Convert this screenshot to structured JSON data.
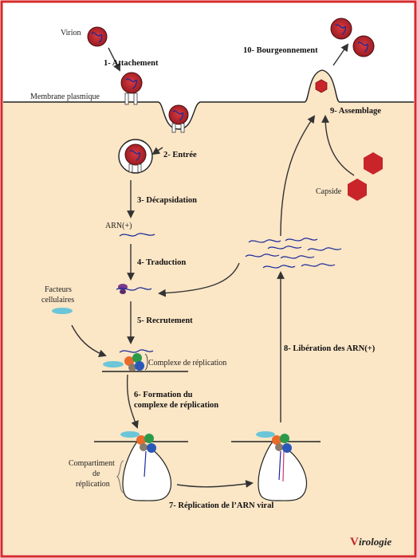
{
  "labels": {
    "virion": "Virion",
    "membrane": "Membrane plasmique",
    "arn": "ARN(+)",
    "facteurs_line1": "Facteurs",
    "facteurs_line2": "cellulaires",
    "complexe": "Complexe de réplication",
    "compartiment_line1": "Compartiment",
    "compartiment_line2": "de",
    "compartiment_line3": "réplication",
    "capside": "Capside"
  },
  "steps": {
    "s1": "1- Attachement",
    "s2": "2- Entrée",
    "s3": "3- Décapsidation",
    "s4": "4- Traduction",
    "s5": "5- Recrutement",
    "s6_line1": "6- Formation du",
    "s6_line2": "complexe de réplication",
    "s7": "7- Réplication de l’ARN viral",
    "s8": "8- Libération des ARN(+)",
    "s9": "9- Assemblage",
    "s10": "10- Bourgeonnement"
  },
  "logo": {
    "first_letter": "V",
    "rest": "irologie"
  },
  "colors": {
    "border": "#d62a2a",
    "cytoplasm": "#fbe6c6",
    "virion_outer": "#8a1c22",
    "virion_inner": "#c42a30",
    "capsid": "#c8242a",
    "rna": "#1a2a9a",
    "factor": "#6ac6d8"
  }
}
